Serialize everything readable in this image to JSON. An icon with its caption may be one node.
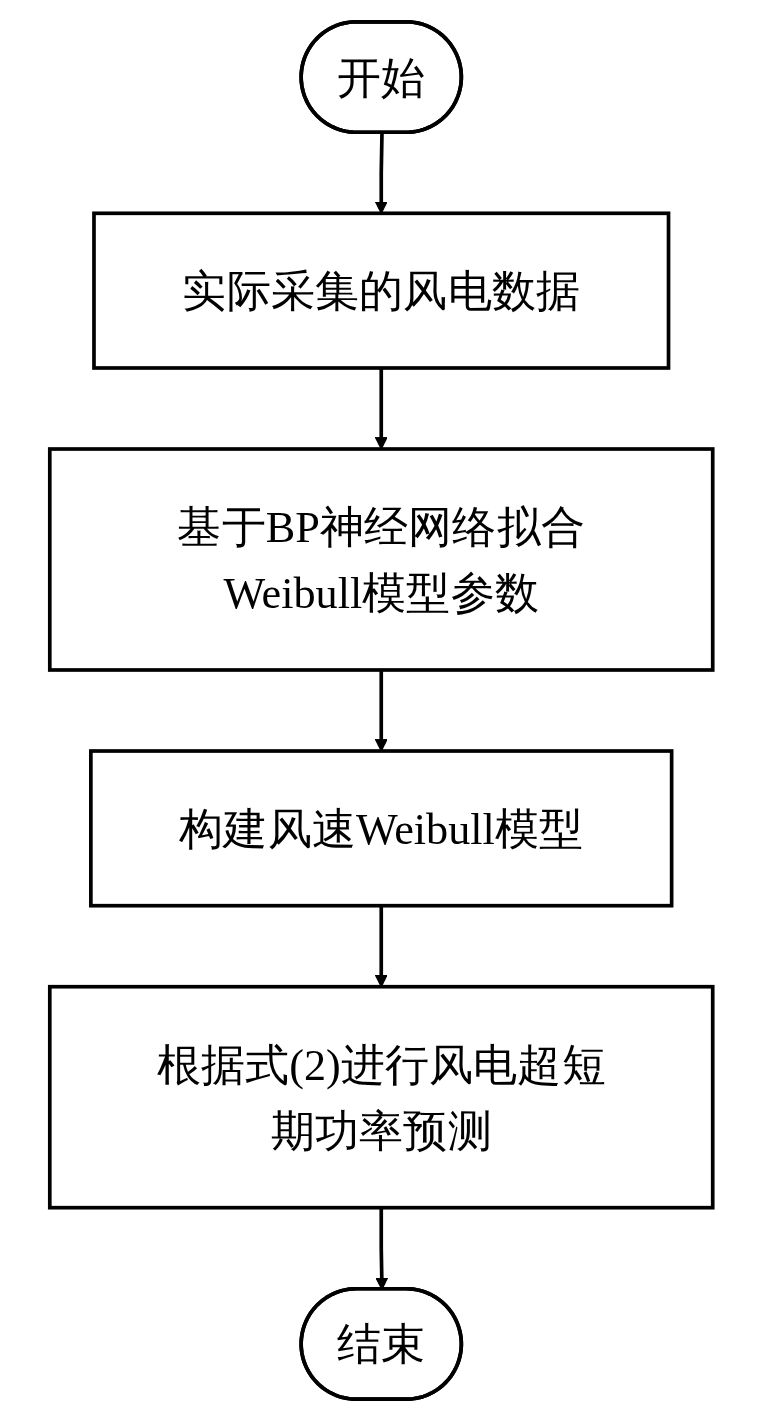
{
  "diagram": {
    "nodes": [
      {
        "text": [
          "开始"
        ]
      },
      {
        "text": [
          "实际采集的风电数据"
        ]
      },
      {
        "text": [
          "基于BP神经网络拟合Weibull模型参数"
        ]
      },
      {
        "text": [
          "构建风速Weibull模型"
        ]
      },
      {
        "text": [
          "根据式(2)进行风电超短期功率预测"
        ]
      },
      {
        "text": [
          "结束"
        ]
      }
    ],
    "edges": [
      {
        "from": 0,
        "to": 1,
        "arrow": "to"
      },
      {
        "from": 1,
        "to": 2,
        "arrow": "to"
      },
      {
        "from": 2,
        "to": 3,
        "arrow": "to"
      },
      {
        "from": 3,
        "to": 4,
        "arrow": "to"
      },
      {
        "from": 4,
        "to": 5,
        "arrow": "to"
      }
    ]
  }
}
